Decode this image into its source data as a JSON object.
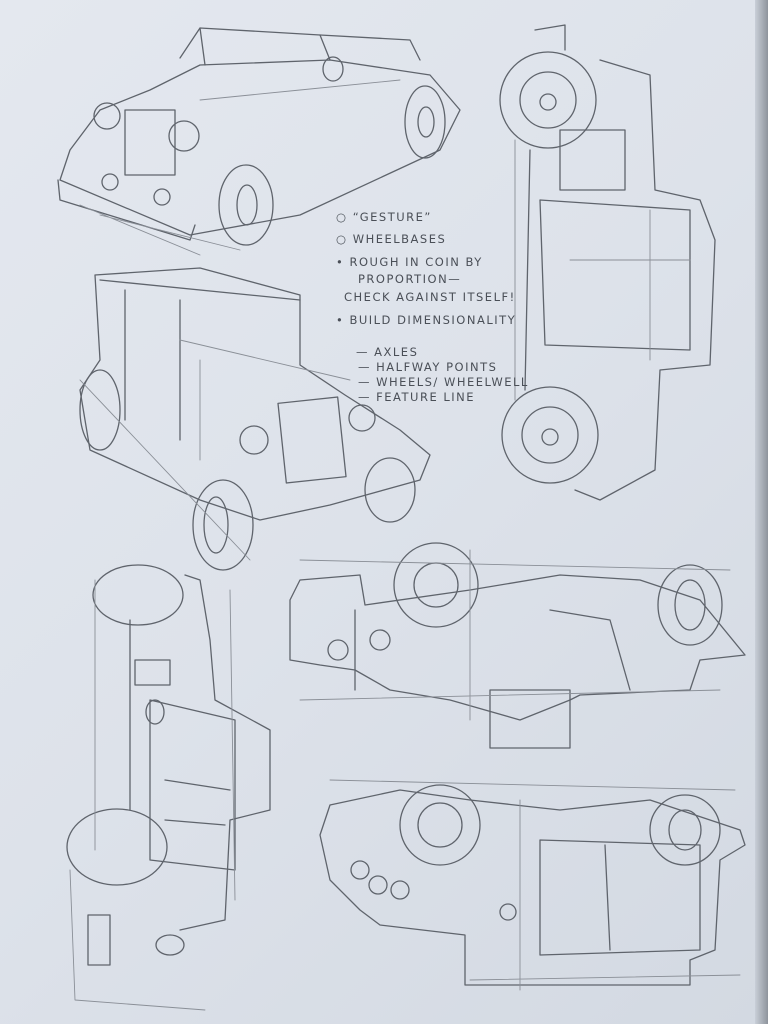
{
  "notes": {
    "bullets": [
      "“GESTURE”",
      "WHEELBASES",
      "ROUGH IN COIN BY",
      "PROPORTION—",
      "CHECK AGAINST ITSELF!",
      "BUILD DIMENSIONALITY"
    ],
    "sub_items": [
      "AXLES",
      "HALFWAY POINTS",
      "WHEELS/ WHEELWELL",
      "FEATURE LINE"
    ]
  },
  "sketches": [
    "convertible-three-quarter",
    "sedan-front-three-quarter",
    "car-top-view",
    "car-top-view-lower-left",
    "car-underside-view-middle",
    "car-underside-view-bottom"
  ]
}
